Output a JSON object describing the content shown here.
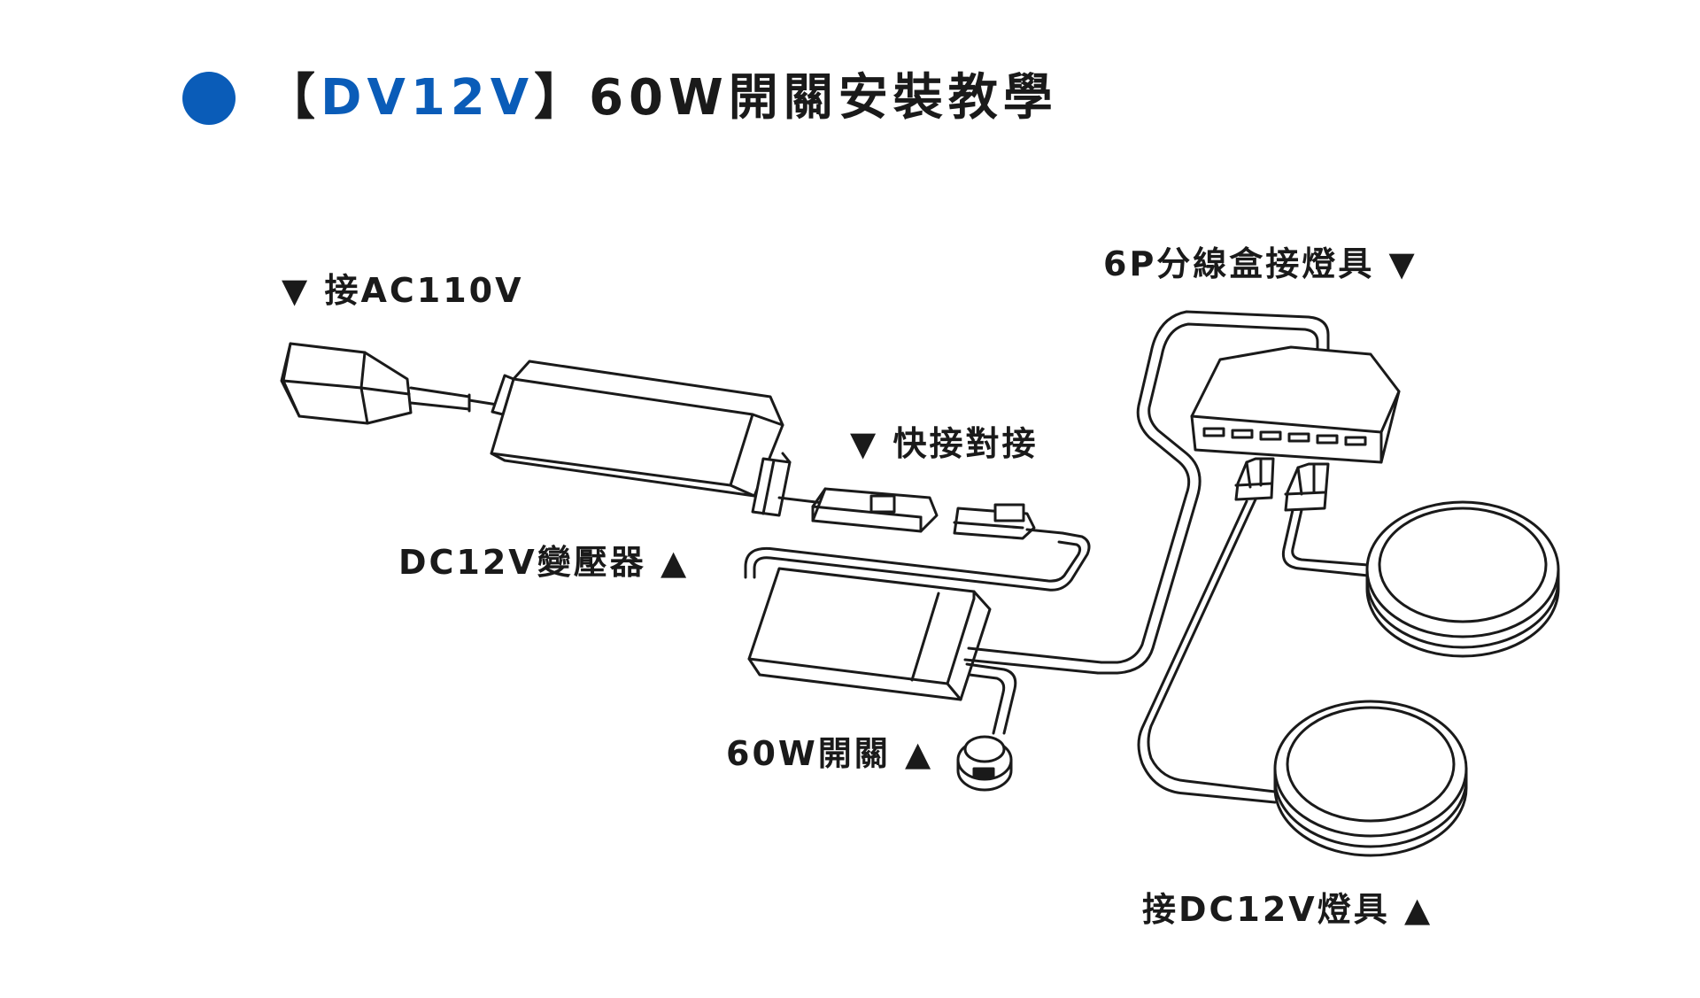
{
  "title": {
    "open_bracket": "【",
    "highlight": "DV12V",
    "rest": "】60W開關安裝教學"
  },
  "labels": {
    "ac_input": "▼ 接AC110V",
    "transformer": "DC12V變壓器 ▲",
    "quick_connect": "▼ 快接對接",
    "switch": "60W開關 ▲",
    "splitter": "6P分線盒接燈具 ▼",
    "lights": "接DC12V燈具 ▲"
  },
  "colors": {
    "accent": "#0a5cb8",
    "line": "#1a1a1a"
  }
}
